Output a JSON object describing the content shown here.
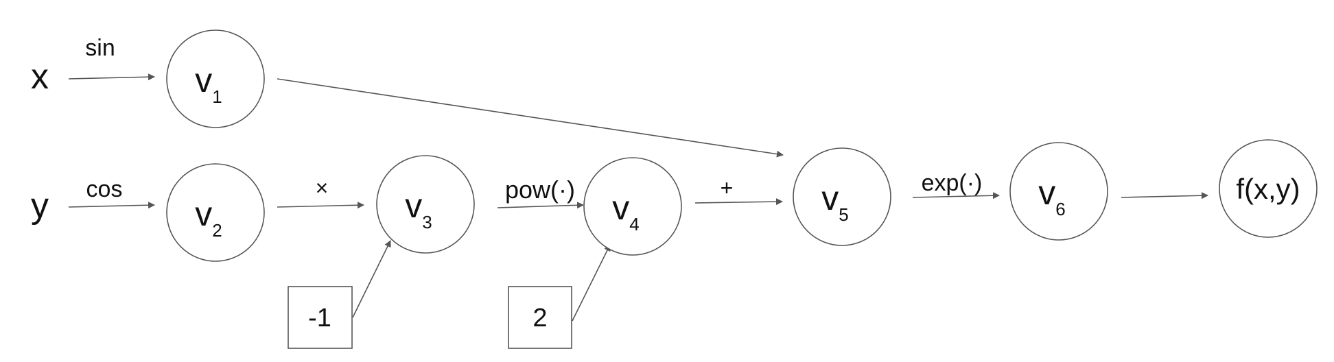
{
  "diagram": {
    "inputs": {
      "x": "x",
      "y": "y"
    },
    "nodes": {
      "v1": {
        "main": "v",
        "sub": "1"
      },
      "v2": {
        "main": "v",
        "sub": "2"
      },
      "v3": {
        "main": "v",
        "sub": "3"
      },
      "v4": {
        "main": "v",
        "sub": "4"
      },
      "v5": {
        "main": "v",
        "sub": "5"
      },
      "v6": {
        "main": "v",
        "sub": "6"
      },
      "output": "f(x,y)"
    },
    "constants": {
      "c1": "-1",
      "c2": "2"
    },
    "ops": {
      "sin": "sin",
      "cos": "cos",
      "times": "×",
      "pow": "pow(·)",
      "plus": "+",
      "exp": "exp(·)"
    }
  }
}
